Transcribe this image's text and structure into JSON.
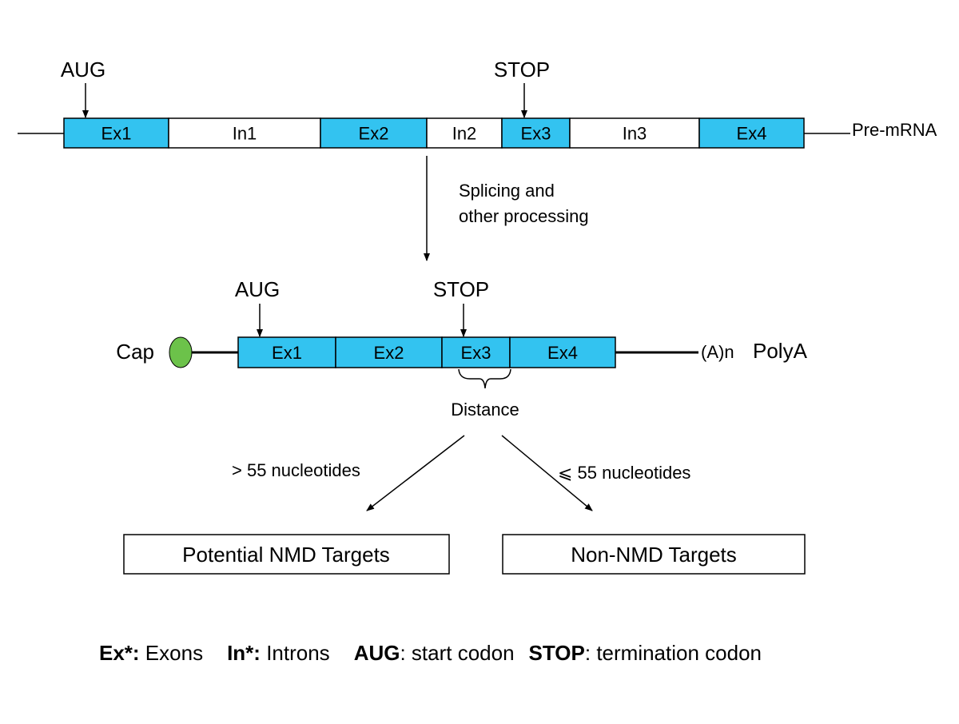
{
  "pre_mrna": {
    "start_codon": "AUG",
    "stop_codon": "STOP",
    "name": "Pre-mRNA",
    "segments": [
      {
        "label": "Ex1",
        "kind": "exon"
      },
      {
        "label": "In1",
        "kind": "intron"
      },
      {
        "label": "Ex2",
        "kind": "exon"
      },
      {
        "label": "In2",
        "kind": "intron"
      },
      {
        "label": "Ex3",
        "kind": "exon"
      },
      {
        "label": "In3",
        "kind": "intron"
      },
      {
        "label": "Ex4",
        "kind": "exon"
      }
    ]
  },
  "process": {
    "line1": "Splicing and",
    "line2": "other processing"
  },
  "mature_mrna": {
    "start_codon": "AUG",
    "stop_codon": "STOP",
    "cap_label": "Cap",
    "tail_label": "(A)n",
    "polya_label": "PolyA",
    "segments": [
      {
        "label": "Ex1",
        "kind": "exon"
      },
      {
        "label": "Ex2",
        "kind": "exon"
      },
      {
        "label": "Ex3",
        "kind": "exon"
      },
      {
        "label": "Ex4",
        "kind": "exon"
      }
    ],
    "distance_label": "Distance"
  },
  "branches": {
    "left_condition": "> 55 nucleotides",
    "right_condition": "⩽ 55 nucleotides",
    "left_result": "Potential NMD Targets",
    "right_result": "Non-NMD Targets"
  },
  "legend": [
    {
      "key": "Ex*:",
      "text": " Exons"
    },
    {
      "key": "In*:",
      "text": " Introns"
    },
    {
      "key": "AUG",
      "text": ": start codon"
    },
    {
      "key": "STOP",
      "text": ": termination codon"
    }
  ],
  "colors": {
    "exon": "#33c3f0",
    "intron": "#ffffff",
    "cap": "#6cc24a",
    "stroke": "#000000"
  }
}
